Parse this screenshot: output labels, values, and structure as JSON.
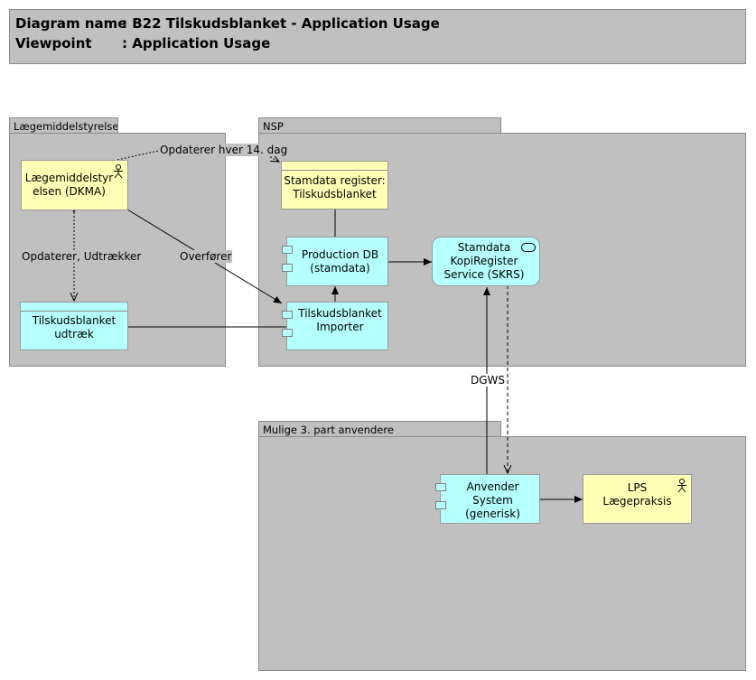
{
  "header": {
    "diagram_name_key": "Diagram name",
    "diagram_name_value": ": B22 Tilskudsblanket - Application Usage",
    "viewpoint_key": "Viewpoint",
    "viewpoint_value": ": Application Usage"
  },
  "groups": {
    "laegemiddel": "Lægemiddelstyrelsen",
    "nsp": "NSP",
    "mulige": "Mulige 3. part anvendere"
  },
  "elements": {
    "dkma": "Lægemiddelstyr\nelsen (DKMA)",
    "udtraek": "Tilskudsblanket\nudtræk",
    "stamdata_register": "Stamdata register:\nTilskudsblanket",
    "production_db": "Production DB\n(stamdata)",
    "importer": "Tilskudsblanket\nImporter",
    "skrs": "Stamdata\nKopiRegister\nService (SKRS)",
    "anvender": "Anvender System\n(generisk)",
    "lps": "LPS\nLægepraksis"
  },
  "relations": {
    "opdaterer_14": "Opdaterer hver 14. dag",
    "opdaterer_udtraekker": "Opdaterer, Udtrækker",
    "overforer": "Overfører",
    "dgws": "DGWS"
  },
  "colors": {
    "application_component": "#b5ffff",
    "business_actor": "#ffffb5",
    "grouping": "#c0c0c0"
  }
}
